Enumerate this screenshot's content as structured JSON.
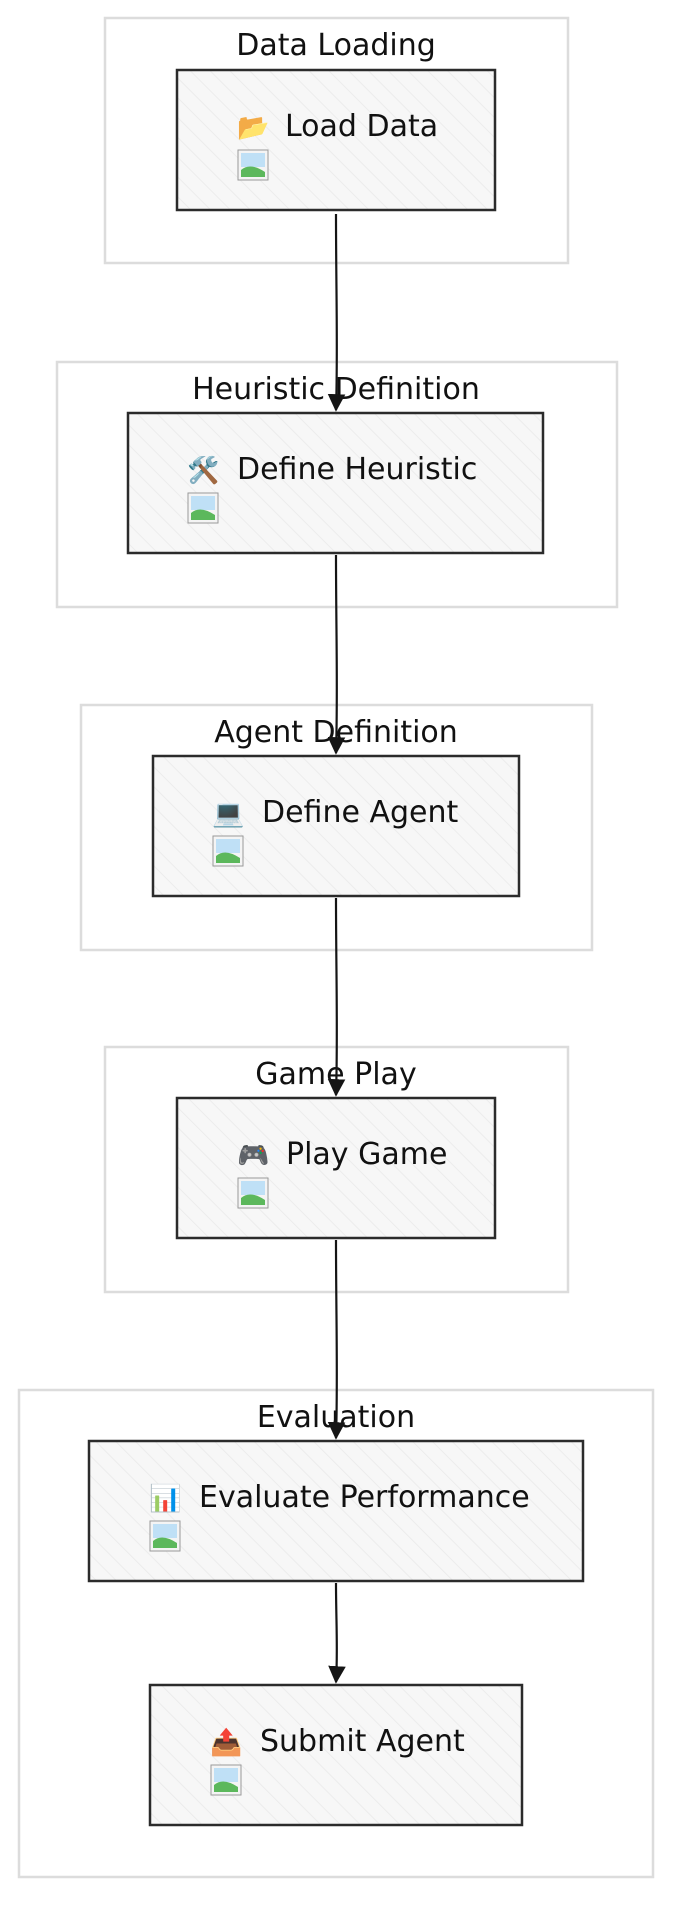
{
  "clusters": [
    {
      "id": "c1",
      "title": "Data Loading"
    },
    {
      "id": "c2",
      "title": "Heuristic Definition"
    },
    {
      "id": "c3",
      "title": "Agent Definition"
    },
    {
      "id": "c4",
      "title": "Game Play"
    },
    {
      "id": "c5",
      "title": "Evaluation"
    }
  ],
  "nodes": [
    {
      "id": "n1",
      "icon": "📂",
      "icon_name": "folder-icon",
      "label": "Load Data"
    },
    {
      "id": "n2",
      "icon": "🛠️",
      "icon_name": "tools-icon",
      "label": "Define Heuristic"
    },
    {
      "id": "n3",
      "icon": "💻",
      "icon_name": "laptop-icon",
      "label": "Define Agent"
    },
    {
      "id": "n4",
      "icon": "🎮",
      "icon_name": "gamepad-icon",
      "label": "Play Game"
    },
    {
      "id": "n5",
      "icon": "📊",
      "icon_name": "bar-chart-icon",
      "label": "Evaluate Performance"
    },
    {
      "id": "n6",
      "icon": "📤",
      "icon_name": "outbox-icon",
      "label": "Submit Agent"
    }
  ],
  "edges": [
    {
      "from": "n1",
      "to": "n2"
    },
    {
      "from": "n2",
      "to": "n3"
    },
    {
      "from": "n3",
      "to": "n4"
    },
    {
      "from": "n4",
      "to": "n5"
    },
    {
      "from": "n5",
      "to": "n6"
    }
  ],
  "colors": {
    "cluster_border": "#dcdcdc",
    "node_border": "#2b2b2b",
    "node_fill": "#f7f7f7",
    "edge": "#151515"
  }
}
